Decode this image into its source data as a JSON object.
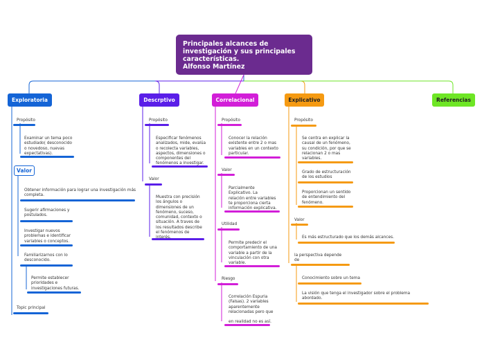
{
  "title_lines": [
    "Principales alcances de",
    "investigación y sus principales",
    "características.",
    "Alfonso Martínez"
  ],
  "colors": {
    "root": "#6b2b8f",
    "exploratoria": "#1464d6",
    "descriptivo": "#5a1ee8",
    "correlacional": "#d21ed8",
    "explicativo": "#f59a12",
    "referencias": "#6ee625"
  },
  "branches": {
    "exploratoria": "Exploratoria",
    "descriptivo": "Descrptivo",
    "correlacional": "Correlacional",
    "explicativo": "Explicativo",
    "referencias": "Referencias"
  },
  "nodes": {
    "exp_proposito": "Propósito",
    "exp_proposito_text": "Examinar un tema poco\nestudiado( desconocido\no novedoso, nuevas\nexpectativas).",
    "exp_valor": "Valor",
    "exp_valor_1": "Obtener información para lograr una investigación más\ncompleta.",
    "exp_valor_2": "Sugerir afirmaciones y\npostulados.",
    "exp_valor_3": "Investigar nuevos\nproblemas e identificar\nvariables o conceptos.",
    "exp_valor_4": "Familiarizarnos con lo\ndesconocido.",
    "exp_valor_5": "Permite establecer\nprioridades e\ninvestigaciones futuras.",
    "exp_topic": "Topic principal",
    "des_proposito": "Propósito",
    "des_proposito_text": "Especificar fenómenos\nanalizados, mide, evalúa\no recolecta variables,\naspectos, dimensiones o\ncomponentes del\nfenómenos a investigar.",
    "des_valor": "Valor",
    "des_valor_text": "Muestra con precisión\nlos ángulos o\ndimensiones de un\nfenómeno, suceso,\ncomunidad, contexto o\nsituación. A traves de\nlos resultados describe\nel fenómenos de\ninterés.",
    "cor_proposito": "Propósito",
    "cor_proposito_text": "Conocer la relación\nexistente entre 2 o mas\nvariables en un contexto\nparticular.",
    "cor_valor": "Valor",
    "cor_valor_text": "Parcialmente\nExplicativo. La\nrelación entre variables\nte proporciona cierta\ninformación explicativa.",
    "cor_utilidad": "Utilidad",
    "cor_utilidad_text": "Permite predecir el\ncomportamiento de una\nvariable a partir de la\nvinculación con otra\nvariable.",
    "cor_riesgo": "Riesgo",
    "cor_riesgo_text": "Correlación Espuria\n(Falsas). 2 variables\naparentemente\nrelacionadas pero que\n\nen realidad no es así.",
    "expl_proposito": "Propósito",
    "expl_proposito_1": "Se centra en explicar la\ncausal de un fenómeno,\nsu condición, por que se\nrelacionan 2 o mas\nvariables.",
    "expl_proposito_2": "Grado de estructuración\nde los estudios",
    "expl_proposito_3": "Proporcionan un sentido\nde entendimiento del\nfenómeno.",
    "expl_valor": "Valor",
    "expl_valor_text": "Es más estructurado que los demás alcances.",
    "expl_perspectiva": "la perspectiva depende\nde",
    "expl_perspectiva_1": "Conocimiento sobre un tema",
    "expl_perspectiva_2": "La visión que tenga el investigador sobre el problema\nabordado."
  }
}
